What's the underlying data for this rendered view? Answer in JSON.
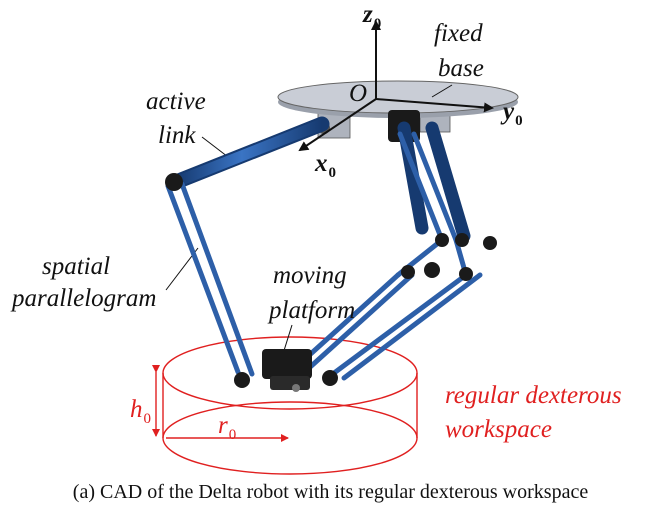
{
  "labels": {
    "z_axis": "z",
    "z_axis_sub": "0",
    "y_axis": "y",
    "y_axis_sub": "0",
    "x_axis": "x",
    "x_axis_sub": "0",
    "origin": "O",
    "fixed_base_line1": "fixed",
    "fixed_base_line2": "base",
    "active_link_line1": "active",
    "active_link_line2": "link",
    "spatial_line1": "spatial",
    "spatial_line2": "parallelogram",
    "moving_line1": "moving",
    "moving_line2": "platform",
    "workspace_line1": "regular dexterous",
    "workspace_line2": "workspace",
    "h_label": "h",
    "h_sub": "0",
    "r_label": "r",
    "r_sub": "0"
  },
  "caption": "(a)  CAD of the Delta robot with its regular dexterous workspace",
  "colors": {
    "link_blue": "#2d5fa8",
    "link_dark": "#163a70",
    "workspace_red": "#e02020",
    "base_grey": "#c9cdd6",
    "joint_black": "#1a1a1a"
  }
}
